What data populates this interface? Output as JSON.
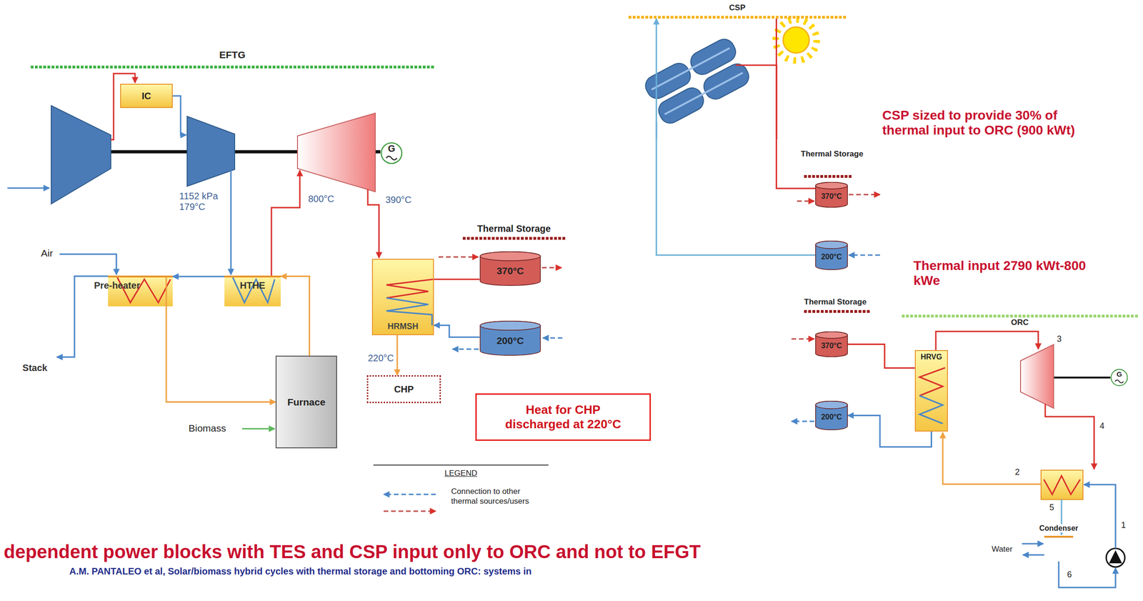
{
  "diagram": {
    "title": "dependent power blocks with TES and CSP input only to ORC and not to EFGT",
    "caption": "A.M. PANTALEO et al, Solar/biomass hybrid cycles with thermal storage and bottoming ORC: systems in",
    "nodes": [
      {
        "text": [
          "EFTG"
        ]
      },
      {
        "text": [
          "IC"
        ],
        "in": 0
      },
      {
        "text": [
          "G"
        ],
        "in": 0
      },
      {
        "text": [
          "Pre-heater"
        ]
      },
      {
        "text": [
          "HTHE"
        ]
      },
      {
        "text": [
          "Furnace"
        ]
      },
      {
        "text": [
          "Stack"
        ]
      },
      {
        "text": [
          "HRMSH"
        ]
      },
      {
        "text": [
          "Thermal Storage"
        ]
      },
      {
        "text": [
          "370°C"
        ],
        "in": 8
      },
      {
        "text": [
          "200°C"
        ],
        "in": 8
      },
      {
        "text": [
          "CHP"
        ]
      },
      {
        "text": [
          "Heat for CHP discharged at 220°C"
        ]
      },
      {
        "text": [
          "LEGEND"
        ]
      },
      {
        "text": [
          "CSP"
        ]
      },
      {
        "text": [
          "Thermal Storage"
        ]
      },
      {
        "text": [
          "370°C"
        ],
        "in": 15
      },
      {
        "text": [
          "200°C"
        ],
        "in": 15
      },
      {
        "text": [
          "Thermal Storage"
        ]
      },
      {
        "text": [
          "370°C"
        ],
        "in": 18
      },
      {
        "text": [
          "200°C"
        ],
        "in": 18
      },
      {
        "text": [
          "ORC"
        ]
      },
      {
        "text": [
          "HRVG"
        ],
        "in": 21
      },
      {
        "text": [
          "G"
        ],
        "in": 21
      },
      {
        "text": [
          "Condenser"
        ],
        "in": 21
      }
    ],
    "edges": [
      {
        "from": 5,
        "to": 4,
        "arrow": "to"
      },
      {
        "from": 4,
        "to": 3,
        "arrow": "to"
      },
      {
        "from": 3,
        "to": 6,
        "arrow": "to"
      },
      {
        "from": 3,
        "to": 5,
        "arrow": "to"
      },
      {
        "from": 7,
        "to": 9,
        "arrow": "none"
      },
      {
        "from": 10,
        "to": 7,
        "arrow": "to"
      },
      {
        "from": 7,
        "to": 11,
        "arrow": "to"
      },
      {
        "from": 14,
        "to": 16,
        "arrow": "none"
      },
      {
        "from": 17,
        "to": 14,
        "arrow": "to"
      },
      {
        "from": 19,
        "to": 22,
        "arrow": "none"
      },
      {
        "from": 22,
        "to": 20,
        "arrow": "to"
      }
    ],
    "labels": [
      "1152 kPa 179°C",
      "800°C",
      "390°C",
      "Air",
      "Biomass",
      "220°C",
      "CSP sized to provide 30% of thermal input to ORC (900 kWt)",
      "Thermal input 2790 kWt-800 kWe",
      "3",
      "4",
      "2",
      "5",
      "1",
      "6",
      "Water"
    ],
    "legend": [
      {
        "text": "Connection to other thermal sources/users"
      }
    ]
  }
}
